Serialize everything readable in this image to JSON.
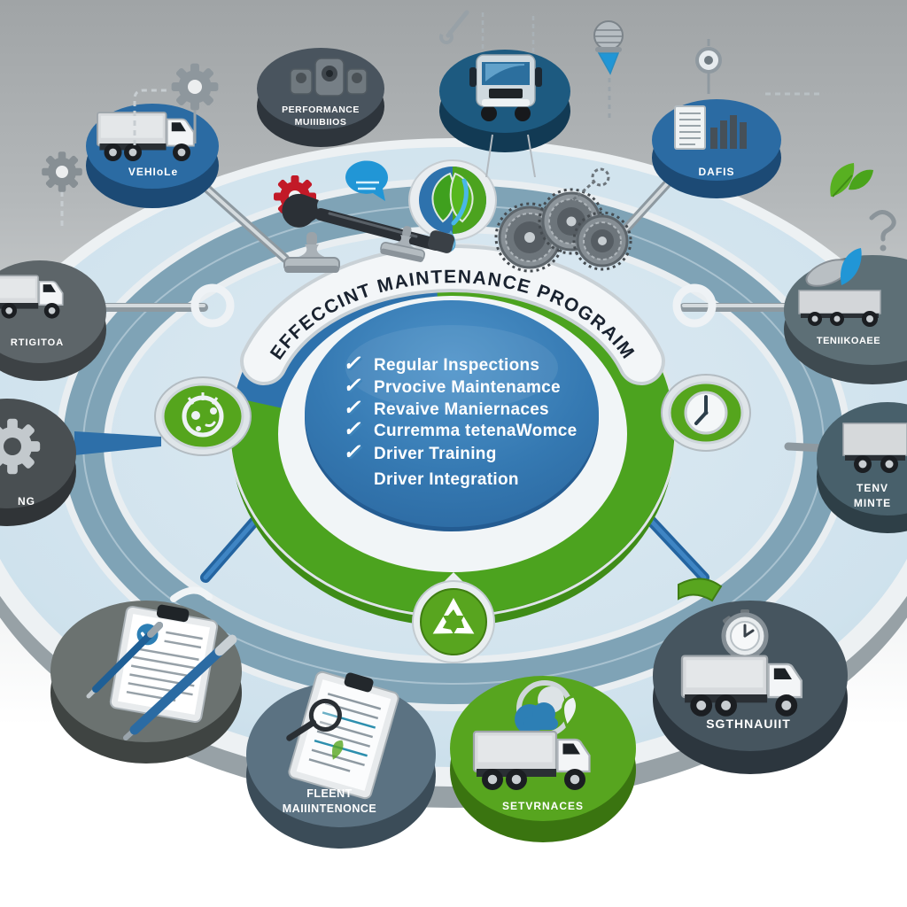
{
  "diagram": {
    "title_arc": "EFFECCINT MAINTENANCE PROGRAIM",
    "checklist": [
      {
        "check": "✓",
        "label": "Regular Inspections"
      },
      {
        "check": "✓",
        "label": "Prvocive Maintenamce"
      },
      {
        "check": "✓",
        "label": "Revaive Maniernaces"
      },
      {
        "check": "✓",
        "label": "Curremma tetenaWomce"
      },
      {
        "check": "✓",
        "label": "Driver Training"
      },
      {
        "check": "",
        "label": "Driver Integration"
      }
    ],
    "nodes": {
      "vehicle": {
        "label": "VEHIoLe"
      },
      "performance": {
        "line1": "PERFORMANCE",
        "line2": "MUIIIBIIOS"
      },
      "data": {
        "label": "DAFIS"
      },
      "tech": {
        "label": "TENIIKOAEE"
      },
      "fleet_right": {
        "line1": "TENV",
        "line2": "MINTE"
      },
      "sustainability": {
        "label": "SGTHNAUIIT"
      },
      "services": {
        "label": "SETVRNACES"
      },
      "fleet_maintenance": {
        "line1": "FLEENT",
        "line2": "MAIIINTENONCE"
      },
      "registration": {
        "label": "RTIGITOA"
      },
      "training": {
        "label": "NG"
      }
    },
    "colors": {
      "hub_center_blue": "#2e72ad",
      "ring_green": "#4ca31f",
      "band_steel": "#7fa3b6",
      "node_blue": "#2b6ba3",
      "node_teal": "#1d5a80",
      "node_slate": "#49545e",
      "node_green": "#57a51f",
      "node_steel": "#5d6f76",
      "node_slate2": "#48606b",
      "node_slate3": "#46555f",
      "node_slateblue": "#5b7282",
      "node_gray": "#6b7270",
      "node_gray2": "#5d6569",
      "node_gray3": "#494f52",
      "accent_red": "#c21a28",
      "accent_sky": "#2196d6"
    },
    "icons": [
      "gear-icon",
      "wrench-icon",
      "microphone-icon",
      "speech-bubble-icon",
      "stamp-icon",
      "gear-cluster-icon",
      "leaf-icon",
      "water-drop-icon",
      "recycle-icon",
      "gauge-icon",
      "clock-icon",
      "stopwatch-icon",
      "truck-icon",
      "clipboard-icon",
      "magnifier-icon",
      "pen-icon",
      "document-icon",
      "bar-chart-icon",
      "pin-icon",
      "question-mark-icon"
    ]
  }
}
